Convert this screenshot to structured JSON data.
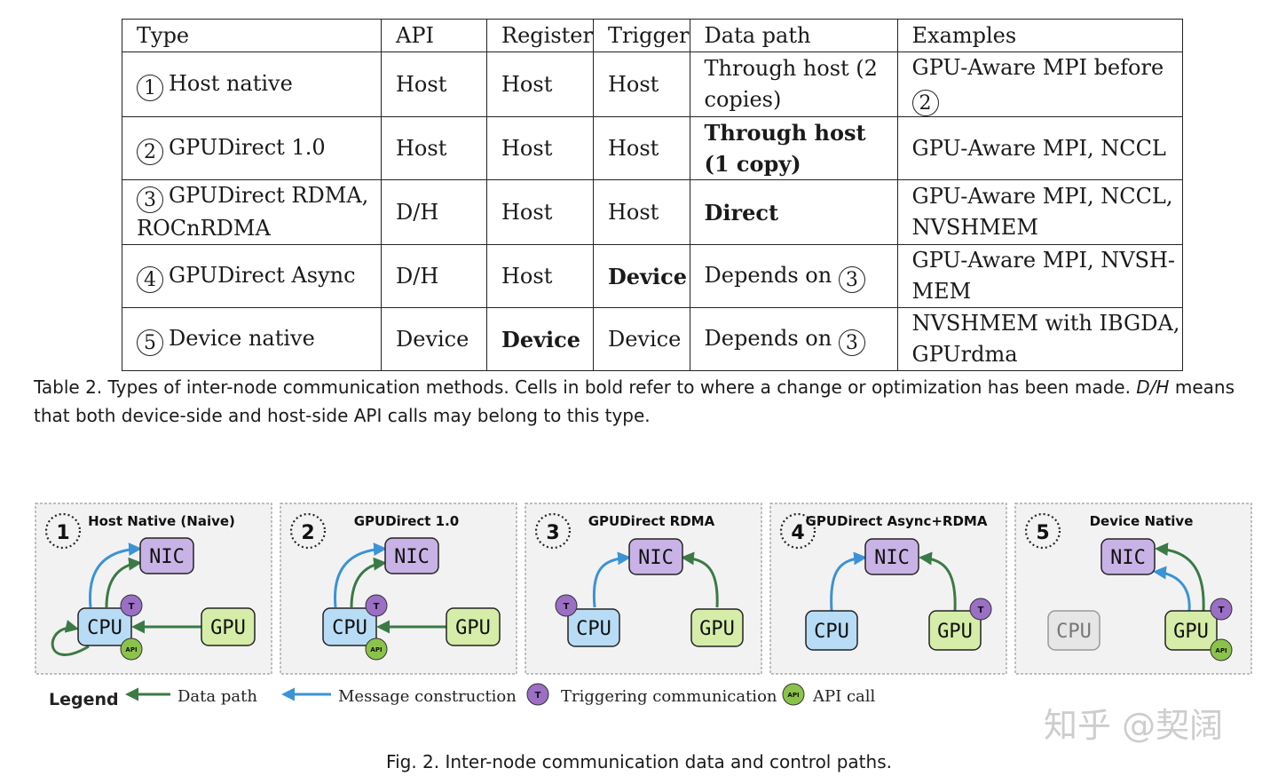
{
  "table": {
    "headers": [
      "Type",
      "API",
      "Register",
      "Trigger",
      "Data path",
      "Examples"
    ],
    "rows": [
      {
        "num": "1",
        "type": "Host native",
        "api": "Host",
        "register": "Host",
        "trigger": "Host",
        "data_path": "Through host (2 copies)",
        "examples": "GPU-Aware MPI before",
        "examples_ref": "2"
      },
      {
        "num": "2",
        "type": "GPUDirect 1.0",
        "api": "Host",
        "register": "Host",
        "trigger": "Host",
        "data_path": "Through host (1 copy)",
        "examples": "GPU-Aware MPI, NCCL"
      },
      {
        "num": "3",
        "type": "GPUDirect RDMA, ROCnRDMA",
        "api": "D/H",
        "register": "Host",
        "trigger": "Host",
        "data_path": "Direct",
        "examples": "GPU-Aware MPI, NCCL, NVSHMEM"
      },
      {
        "num": "4",
        "type": "GPUDirect Async",
        "api": "D/H",
        "register": "Host",
        "trigger": "Device",
        "data_path": "Depends on",
        "data_path_ref": "3",
        "examples": "GPU-Aware MPI, NVSH-MEM"
      },
      {
        "num": "5",
        "type": "Device native",
        "api": "Device",
        "register": "Device",
        "trigger": "Device",
        "data_path": "Depends on",
        "data_path_ref": "3",
        "examples": "NVSHMEM with IBGDA, GPUrdma"
      }
    ]
  },
  "table_caption": {
    "label": "Table 2.",
    "text": "Types of inter-node communication methods. Cells in bold refer to where a change or optimization has been made.",
    "dh": "D/H",
    "text2": "means that both device-side and host-side API calls may belong to this type."
  },
  "panels": [
    {
      "num": "1",
      "title": "Host Native (Naive)"
    },
    {
      "num": "2",
      "title": "GPUDirect 1.0"
    },
    {
      "num": "3",
      "title": "GPUDirect RDMA"
    },
    {
      "num": "4",
      "title": "GPUDirect Async+RDMA"
    },
    {
      "num": "5",
      "title": "Device Native"
    }
  ],
  "nodes": {
    "nic": "NIC",
    "cpu": "CPU",
    "gpu": "GPU",
    "trigger_badge": "T",
    "api_badge": "API"
  },
  "legend": {
    "title": "Legend",
    "data_path": "Data path",
    "message_construction": "Message construction",
    "triggering": "Triggering communication",
    "api_call": "API call"
  },
  "watermark": "知乎 @契阔",
  "fig_caption": "Fig. 2.  Inter-node communication data and control paths.",
  "colors": {
    "nic_fill": "#c9b3e6",
    "cpu_fill": "#b8dcf5",
    "gpu_fill": "#d5eda8",
    "cpu_disabled": "#e6e6e6",
    "trigger_badge": "#9b6fc5",
    "api_badge": "#8bc34a",
    "data_arrow": "#3a7a45",
    "msg_arrow": "#3b93d6",
    "panel_bg": "#f3f2f3"
  }
}
